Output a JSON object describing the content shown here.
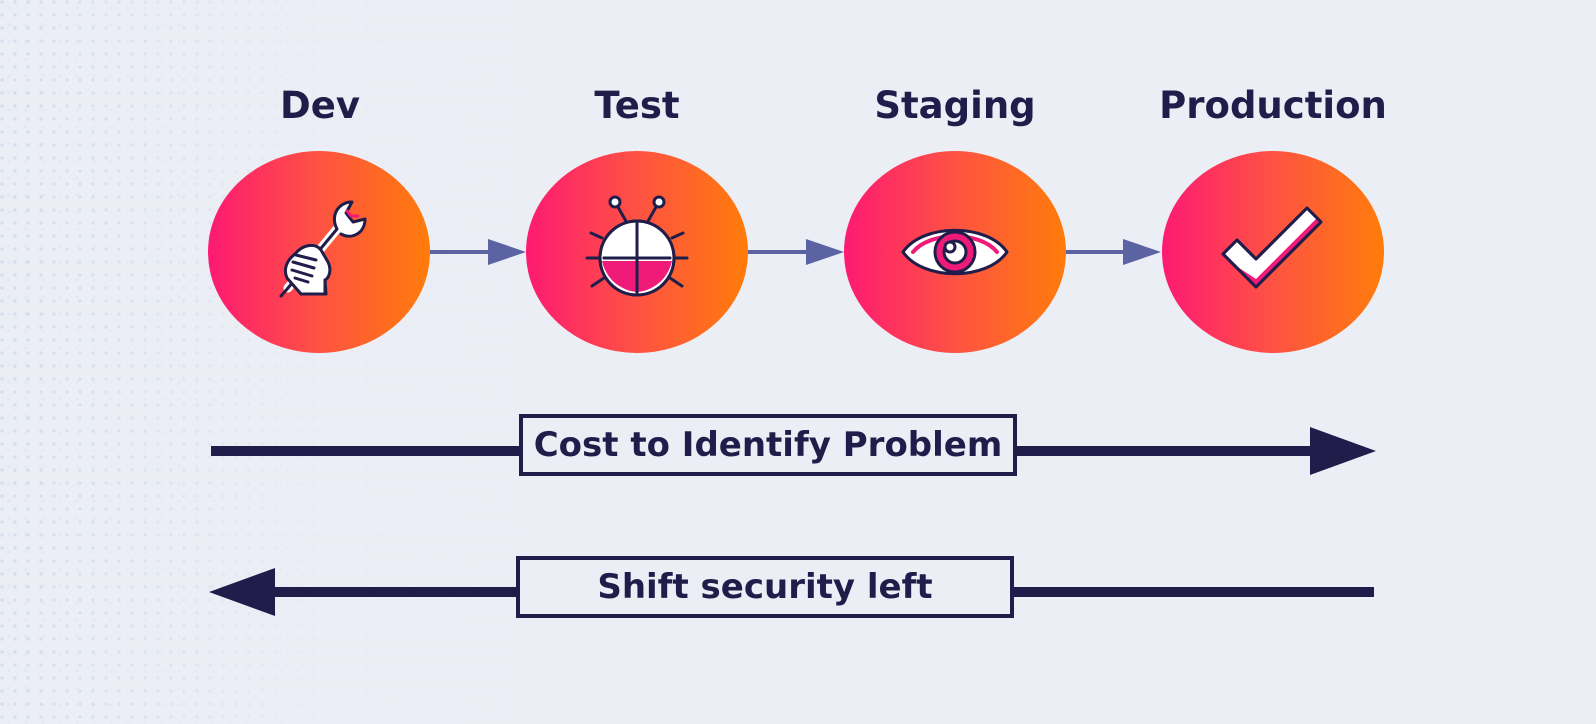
{
  "stages": [
    {
      "label": "Dev",
      "icon": "wrench-hand-icon"
    },
    {
      "label": "Test",
      "icon": "bug-icon"
    },
    {
      "label": "Staging",
      "icon": "eye-icon"
    },
    {
      "label": "Production",
      "icon": "checkmark-icon"
    }
  ],
  "callouts": {
    "cost": "Cost to Identify Problem",
    "shift": "Shift security left"
  },
  "colors": {
    "background": "#eceef6",
    "navy": "#211d4a",
    "flow_arrow": "#5b63a3",
    "gradient_start": "#fd1a72",
    "gradient_end": "#ff7c0a",
    "icon_accent": "#f01b78"
  }
}
